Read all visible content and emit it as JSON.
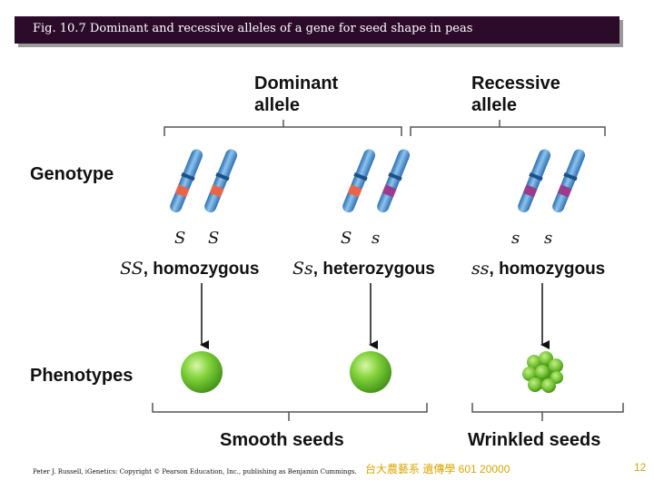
{
  "title": "Fig. 10.7  Dominant and recessive alleles of a gene for seed shape in peas",
  "headers": {
    "dominant_line1": "Dominant",
    "dominant_line2": "allele",
    "recessive_line1": "Recessive",
    "recessive_line2": "allele"
  },
  "labels": {
    "genotype": "Genotype",
    "phenotypes": "Phenotypes"
  },
  "alleles": [
    {
      "left": "S",
      "right": "S"
    },
    {
      "left": "S",
      "right": "s"
    },
    {
      "left": "s",
      "right": "s"
    }
  ],
  "genotypes": [
    {
      "symbol": "SS",
      "sep": ", ",
      "desc": "homozygous"
    },
    {
      "symbol": "Ss",
      "sep": ", ",
      "desc": "heterozygous"
    },
    {
      "symbol": "ss",
      "sep": ", ",
      "desc": "homozygous"
    }
  ],
  "seed_labels": {
    "smooth": "Smooth seeds",
    "wrinkled": "Wrinkled seeds"
  },
  "footer": {
    "credit": "Peter J. Russell, iGenetics: Copyright © Pearson Education, Inc., publishing as Benjamin Cummings.",
    "course": "台大農藝系 遺傳學 601 20000",
    "page": "12"
  },
  "colors": {
    "title_bg": "#2b0a2a",
    "chromosome": "#4a9ad8",
    "dominant_band": "#e8654a",
    "recessive_band": "#9c3a8c",
    "seed": "#7fd13a",
    "footer_text": "#d9a400"
  }
}
